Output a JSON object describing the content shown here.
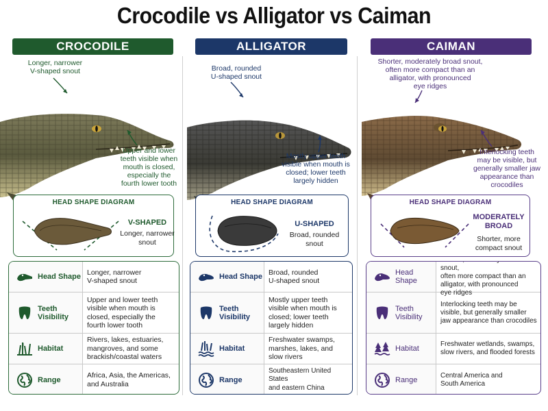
{
  "title": "Crocodile vs Alligator vs Caiman",
  "colors": {
    "crocodile": "#1f5a2d",
    "alligator": "#1c3768",
    "caiman": "#4a2f78"
  },
  "row_labels": [
    "Head Shape",
    "Teeth Visibility",
    "Habitat",
    "Range"
  ],
  "row_icons": [
    "crocodile-head-icon",
    "tooth-icon",
    "reeds-habitat-icon",
    "globe-icon"
  ],
  "crocodile": {
    "name": "CROCODILE",
    "annot_snout": "Longer, narrower\nV-shaped snout",
    "annot_teeth": "Upper and lower\nteeth visible when\nmouth is closed,\nespecially the\nfourth lower tooth",
    "diagram_title": "HEAD SHAPE DIAGRAM",
    "diagram_shape": "V-SHAPED",
    "diagram_desc": "Longer, narrower\nsnout",
    "rows": [
      "Longer, narrower\nV-shaped snout",
      "Upper and lower teeth\nvisible when mouth is\nclosed, especially the\nfourth lower tooth",
      "Rivers, lakes, estuaries,\nmangroves, and some\nbrackish/coastal waters",
      "Africa, Asia, the Americas,\nand Australia"
    ]
  },
  "alligator": {
    "name": "ALLIGATOR",
    "annot_snout": "Broad, rounded\nU-shaped snout",
    "annot_teeth": "Mostly upper teeth\nvisible when mouth is\nclosed; lower teeth\nlargely hidden",
    "diagram_title": "HEAD SHAPE DIAGRAM",
    "diagram_shape": "U-SHAPED",
    "diagram_desc": "Broad, rounded\nsnout",
    "rows": [
      "Broad, rounded\nU-shaped snout",
      "Mostly upper teeth\nvisible when mouth is\nclosed; lower teeth\nlargely hidden",
      "Freshwater swamps,\nmarshes, lakes, and\nslow rivers",
      "Southeastern United States\nand eastern China"
    ]
  },
  "caiman": {
    "name": "CAIMAN",
    "annot_snout": "Shorter, moderately broad snout,\noften more compact than an\nalligator, with pronounced\neye ridges",
    "annot_teeth": "Interlocking teeth\nmay be visible, but\ngenerally smaller jaw\nappearance than\ncrocodiles",
    "diagram_title": "HEAD SHAPE DIAGRAM",
    "diagram_shape": "MODERATELY\nBROAD",
    "diagram_desc": "Shorter, more\ncompact snout",
    "rows": [
      "Shorter, moderately broad snout,\noften more compact than an\nalligator, with pronounced\neye ridges",
      "Interlocking teeth may be\nvisible, but generally smaller\njaw appearance than crocodiles",
      "Freshwater wetlands, swamps,\nslow rivers, and flooded forests",
      "Central America and\nSouth America"
    ]
  }
}
